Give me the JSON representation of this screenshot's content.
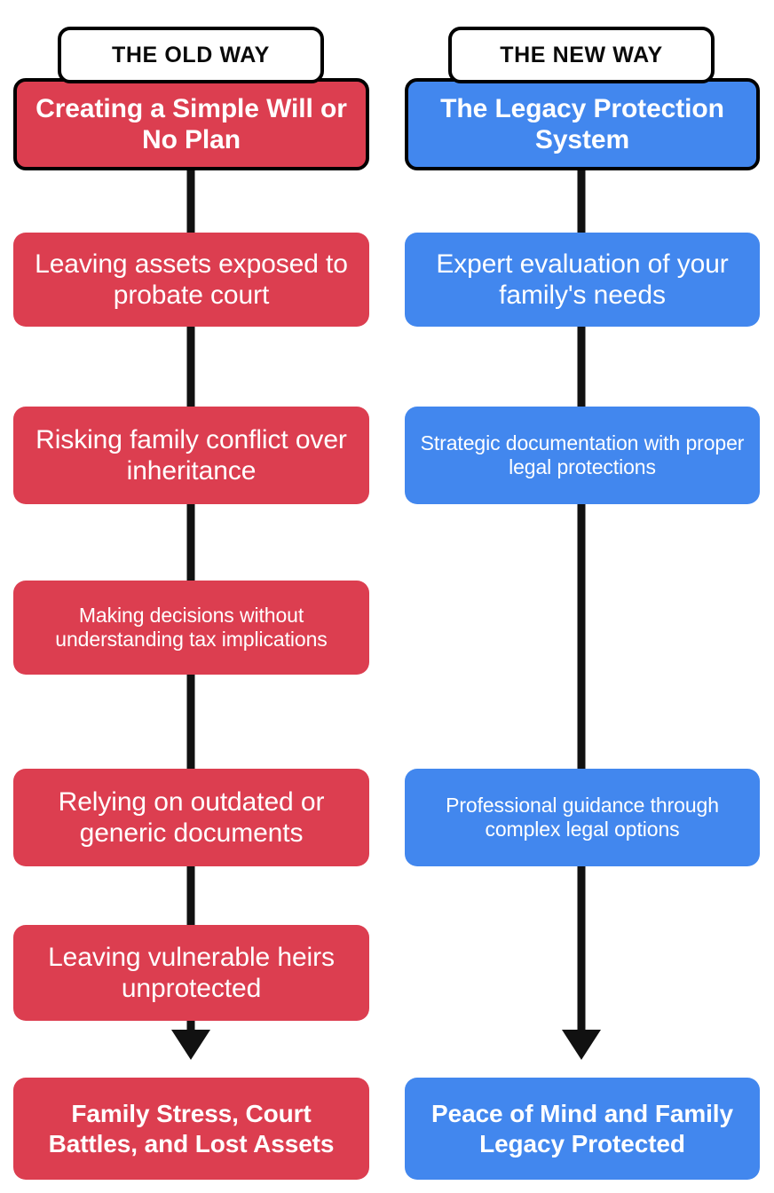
{
  "diagram": {
    "type": "two-column-comparison-flowchart",
    "background_color": "#FFFFFF",
    "columns": [
      {
        "id": "old-way",
        "header_label": "THE OLD WAY",
        "accent_color": "#DC3E50",
        "text_color": "#FFFFFF",
        "connector_color": "#111111",
        "steps": [
          {
            "label": "Creating a Simple Will or No Plan",
            "emphasis": "bold",
            "bordered": true
          },
          {
            "label": "Leaving assets exposed to probate court",
            "emphasis": "regular",
            "bordered": false
          },
          {
            "label": "Risking family conflict over inheritance",
            "emphasis": "regular",
            "bordered": false
          },
          {
            "label": "Making decisions without understanding tax implications",
            "emphasis": "regular",
            "bordered": false
          },
          {
            "label": "Relying on outdated or generic documents",
            "emphasis": "regular",
            "bordered": false
          },
          {
            "label": "Leaving vulnerable heirs unprotected",
            "emphasis": "regular",
            "bordered": false
          },
          {
            "label": "Family Stress, Court Battles, and Lost Assets",
            "emphasis": "bold",
            "bordered": false
          }
        ]
      },
      {
        "id": "new-way",
        "header_label": "THE NEW WAY",
        "accent_color": "#4287EE",
        "text_color": "#FFFFFF",
        "connector_color": "#111111",
        "steps": [
          {
            "label": "The Legacy Protection System",
            "emphasis": "bold",
            "bordered": true
          },
          {
            "label": "Expert evaluation of your family's needs",
            "emphasis": "regular",
            "bordered": false
          },
          {
            "label": "Strategic documentation with proper legal protections",
            "emphasis": "regular",
            "bordered": false
          },
          {
            "label": "Professional guidance through complex legal options",
            "emphasis": "regular",
            "bordered": false
          },
          {
            "label": "Peace of Mind and Family Legacy Protected",
            "emphasis": "bold",
            "bordered": false
          }
        ]
      }
    ]
  }
}
